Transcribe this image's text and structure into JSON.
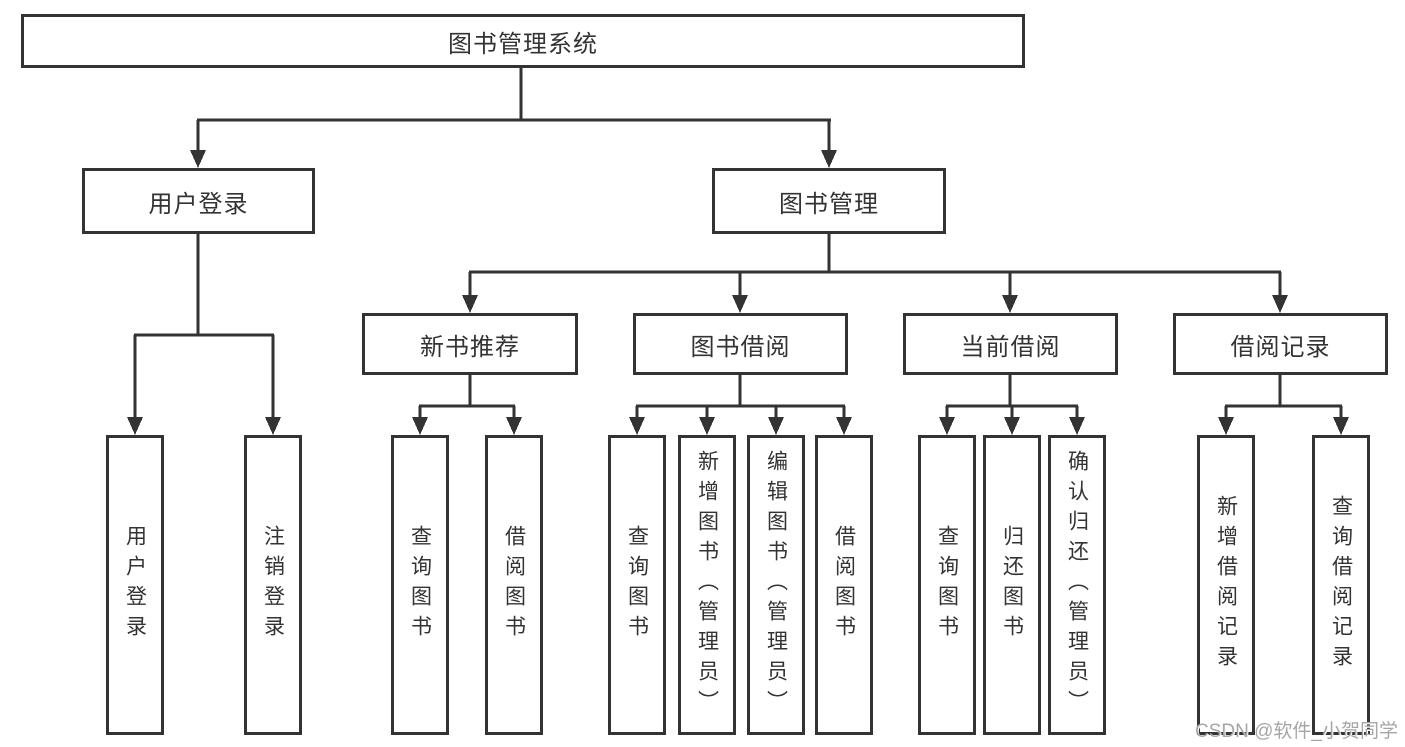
{
  "diagram": {
    "root": {
      "label": "图书管理系统"
    },
    "branches": {
      "user_login": {
        "label": "用户登录",
        "children": {
          "login": "用户登录",
          "logout": "注销登录"
        }
      },
      "book_management": {
        "label": "图书管理",
        "sections": {
          "new_book_recommend": {
            "label": "新书推荐",
            "children": {
              "query": "查询图书",
              "borrow": "借阅图书"
            }
          },
          "book_borrowing": {
            "label": "图书借阅",
            "children": {
              "query": "查询图书",
              "add": "新增图书（管理员）",
              "edit": "编辑图书（管理员）",
              "borrow": "借阅图书"
            }
          },
          "current_borrowing": {
            "label": "当前借阅",
            "children": {
              "query": "查询图书",
              "return": "归还图书",
              "confirm_return": "确认归还（管理员）"
            }
          },
          "borrowing_records": {
            "label": "借阅记录",
            "children": {
              "add_record": "新增借阅记录",
              "query_record": "查询借阅记录"
            }
          }
        }
      }
    }
  },
  "watermark": "CSDN @软件_小贺同学",
  "colors": {
    "line": "#333333",
    "text": "#333333",
    "background": "#ffffff",
    "watermark": "#a6a6a6"
  }
}
